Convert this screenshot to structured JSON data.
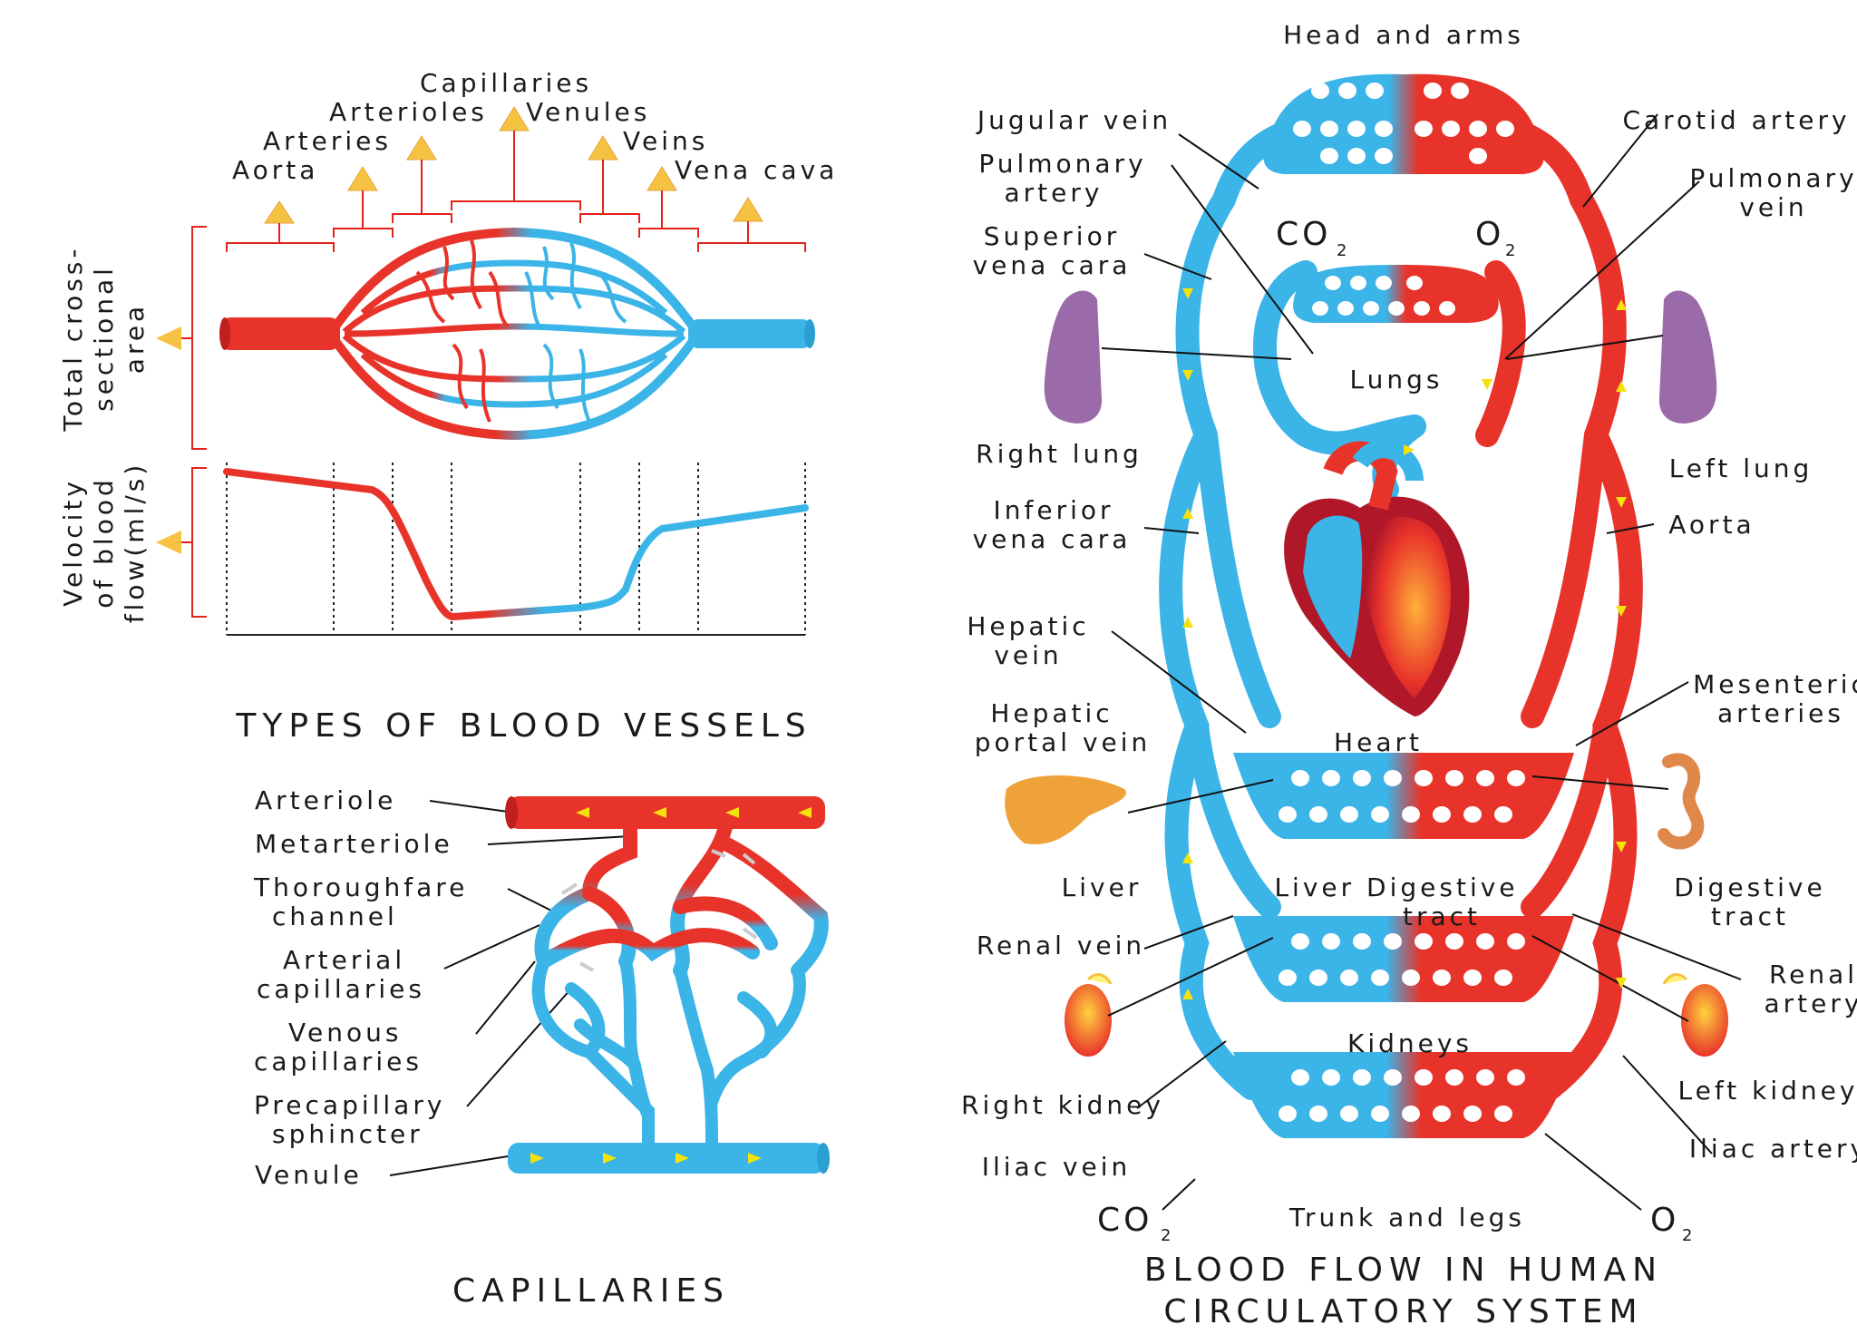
{
  "types_panel": {
    "title": "TYPES OF BLOOD VESSELS",
    "stages": [
      "Aorta",
      "Arteries",
      "Arterioles",
      "Capillaries",
      "Venules",
      "Veins",
      "Vena cava"
    ],
    "y_label_area": [
      "Total cross-",
      "sectional",
      "area"
    ],
    "y_label_velocity": [
      "Velocity",
      "of blood",
      "flow(ml/s)"
    ]
  },
  "capillaries_panel": {
    "title": "CAPILLARIES",
    "labels": [
      [
        "Arteriole"
      ],
      [
        "Metarteriole"
      ],
      [
        "Thoroughfare",
        "channel"
      ],
      [
        "Arterial",
        "capillaries"
      ],
      [
        "Venous",
        "capillaries"
      ],
      [
        "Precapillary",
        "sphincter"
      ],
      [
        "Venule"
      ]
    ]
  },
  "circulation_panel": {
    "title_lines": [
      "BLOOD FLOW IN HUMAN",
      "CIRCULATORY SYSTEM"
    ],
    "head_and_arms": "Head and arms",
    "lungs": "Lungs",
    "heart": "Heart",
    "liver_digestive": "Liver Digestive",
    "tract": "tract",
    "kidneys": "Kidneys",
    "trunk_and_legs": "Trunk and legs",
    "co2": "CO",
    "o2": "O",
    "subscript": "2",
    "left_labels": [
      [
        "Jugular vein"
      ],
      [
        "Pulmonary",
        "artery"
      ],
      [
        "Superior",
        "vena cara"
      ],
      [
        "Right  lung"
      ],
      [
        "Inferior",
        "vena cara"
      ],
      [
        "Hepatic",
        "vein"
      ],
      [
        "Hepatic",
        "portal vein"
      ],
      [
        "Liver"
      ],
      [
        "Renal vein"
      ],
      [
        "Right kidney"
      ],
      [
        "Iliac vein"
      ]
    ],
    "right_labels": [
      [
        "Carotid artery"
      ],
      [
        "Pulmonary",
        "vein"
      ],
      [
        "Left  lung"
      ],
      [
        "Aorta"
      ],
      [
        "Mesenteric",
        "arteries"
      ],
      [
        "Digestive",
        "tract"
      ],
      [
        "Renal",
        "artery"
      ],
      [
        "Left kidney"
      ],
      [
        "Iliac artery"
      ]
    ]
  },
  "colors": {
    "artery_red": "#e8332a",
    "vein_blue": "#3bb4e8",
    "arrow_yellow": "#f5c242",
    "lung_purple": "#9b6aa8",
    "liver_orange": "#f0a23a"
  }
}
